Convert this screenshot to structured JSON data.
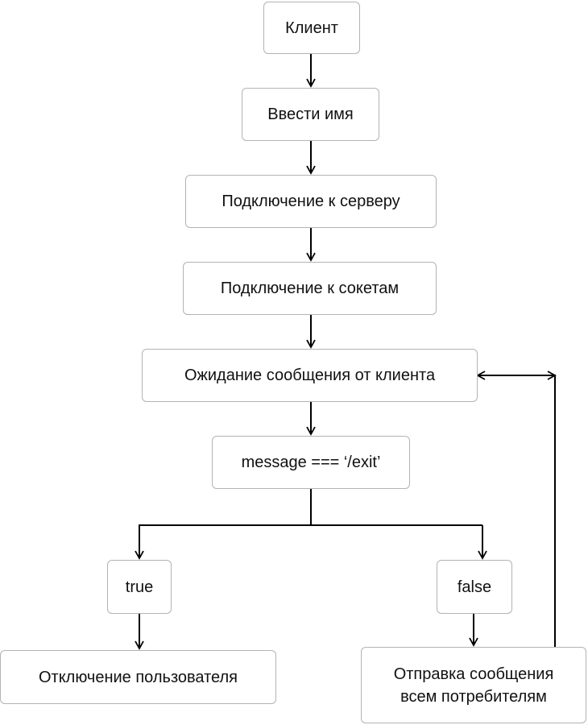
{
  "nodes": {
    "client": "Клиент",
    "enter_name": "Ввести имя",
    "connect_server": "Подключение к серверу",
    "connect_sockets": "Подключение к сокетам",
    "await_message": "Ожидание сообщения от клиента",
    "condition": "message === ‘/exit’",
    "branch_true": "true",
    "branch_false": "false",
    "disconnect_user": "Отключение пользователя",
    "broadcast": "Отправка сообщения\nвсем потребителям"
  },
  "colors": {
    "node_border": "#b3b3b3",
    "connector": "#000000",
    "text": "#111111"
  }
}
